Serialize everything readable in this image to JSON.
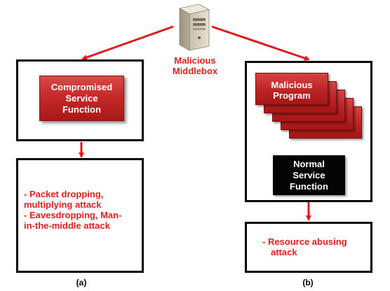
{
  "middlebox": {
    "label_line1": "Malicious",
    "label_line2": "Middlebox",
    "icon": "server-icon"
  },
  "panel_a": {
    "function_line1": "Compromised",
    "function_line2": "Service",
    "function_line3": "Function",
    "attacks": [
      {
        "line1": "- Packet dropping,",
        "line2": "multiplying attack"
      },
      {
        "line1": "- Eavesdropping, Man-",
        "line2": "in-the-middle attack"
      }
    ],
    "caption": "(a)"
  },
  "panel_b": {
    "program_line1": "Malicious",
    "program_line2": "Program",
    "normal_line1": "Normal",
    "normal_line2": "Service",
    "normal_line3": "Function",
    "attack_line1": "- Resource abusing",
    "attack_line2": "attack",
    "caption": "(b)"
  },
  "colors": {
    "arrow_red": "#e01a1a",
    "box_red": "#c62a2a",
    "text_red": "#e0201c"
  }
}
